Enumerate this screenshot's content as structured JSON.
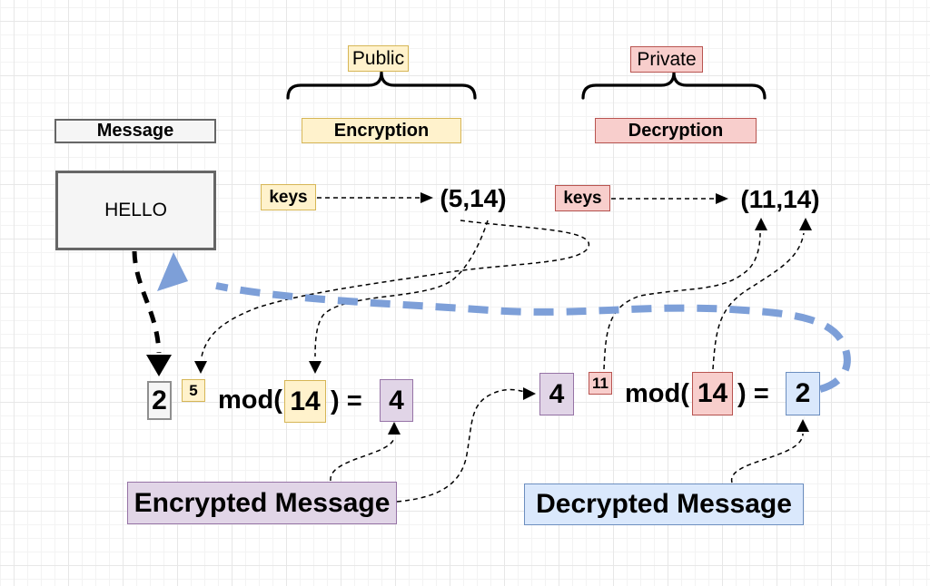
{
  "colors": {
    "yellow-fill": "#FFF2CC",
    "yellow-stroke": "#D6B656",
    "red-fill": "#F8CECC",
    "red-stroke": "#B85450",
    "purple-fill": "#E1D5E7",
    "purple-stroke": "#9673A6",
    "blue-fill": "#DAE8FC",
    "blue-stroke": "#6C8EBF",
    "gray-fill": "#F5F5F5",
    "gray-stroke": "#666666",
    "flow-blue": "#7D9FD8"
  },
  "message": {
    "label": "Message",
    "content": "HELLO"
  },
  "public_key": {
    "tag": "Public",
    "section": "Encryption",
    "keys_label": "keys",
    "value": "(5,14)"
  },
  "private_key": {
    "tag": "Private",
    "section": "Decryption",
    "keys_label": "keys",
    "value": "(11,14)"
  },
  "encryption_eq": {
    "plaintext": "2",
    "exponent": "5",
    "mod_open": "mod(",
    "modulus": "14",
    "equals": ") =",
    "result": "4"
  },
  "decryption_eq": {
    "ciphertext": "4",
    "exponent": "11",
    "mod_open": "mod(",
    "modulus": "14",
    "equals": ") =",
    "result": "2"
  },
  "labels": {
    "encrypted": "Encrypted Message",
    "decrypted": "Decrypted Message"
  }
}
